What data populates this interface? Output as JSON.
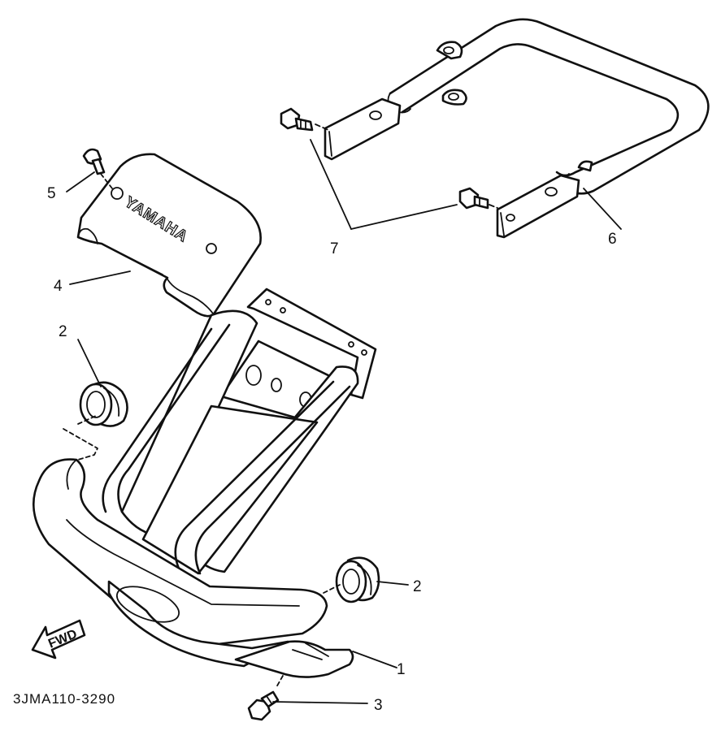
{
  "diagram": {
    "part_code": "3JMA110-3290",
    "fwd_label": "FWD",
    "brand_text": "YAMAHA",
    "callouts": [
      {
        "id": "1",
        "text": "1"
      },
      {
        "id": "2a",
        "text": "2"
      },
      {
        "id": "2b",
        "text": "2"
      },
      {
        "id": "3",
        "text": "3"
      },
      {
        "id": "4",
        "text": "4"
      },
      {
        "id": "5",
        "text": "5"
      },
      {
        "id": "6",
        "text": "6"
      },
      {
        "id": "7",
        "text": "7"
      }
    ]
  }
}
